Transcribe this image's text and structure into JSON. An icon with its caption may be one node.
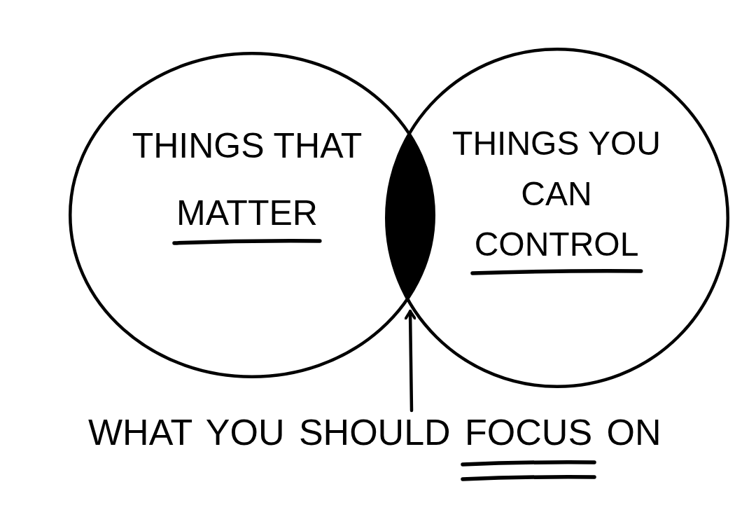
{
  "diagram": {
    "nodes": [
      {
        "text": [
          "THINGS THAT MATTER"
        ]
      },
      {
        "text": [
          "THINGS YOU CAN CONTROL"
        ]
      },
      {
        "text": [],
        "shape": "lens"
      },
      {
        "text": [
          "WHAT YOU SHOULD FOCUS ON"
        ]
      }
    ],
    "edges": [
      {
        "from": 3,
        "to": 2,
        "arrow": "to"
      }
    ]
  }
}
